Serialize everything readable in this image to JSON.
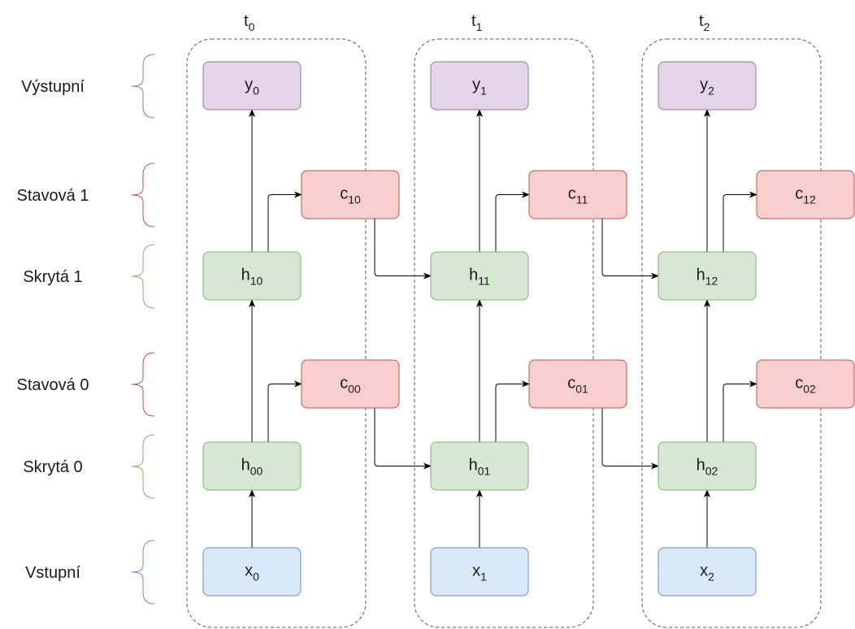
{
  "time_steps": [
    {
      "base": "t",
      "sub": "0"
    },
    {
      "base": "t",
      "sub": "1"
    },
    {
      "base": "t",
      "sub": "2"
    }
  ],
  "rows": [
    {
      "id": "output",
      "label": "Výstupní",
      "brace_color": "#9673a6"
    },
    {
      "id": "state1",
      "label": "Stavová 1",
      "brace_color": "#b85450"
    },
    {
      "id": "hidden1",
      "label": "Skrytá 1",
      "brace_color": "#82b366"
    },
    {
      "id": "state0",
      "label": "Stavová 0",
      "brace_color": "#b85450"
    },
    {
      "id": "hidden0",
      "label": "Skrytá 0",
      "brace_color": "#82b366"
    },
    {
      "id": "input",
      "label": "Vstupní",
      "brace_color": "#6c8ebf"
    }
  ],
  "node_styles": {
    "output": {
      "fill": "#e1d5e7",
      "stroke": "#9673a6"
    },
    "state": {
      "fill": "#f8cecc",
      "stroke": "#b85450"
    },
    "hidden": {
      "fill": "#d5e8d4",
      "stroke": "#82b366"
    },
    "input": {
      "fill": "#dae8fc",
      "stroke": "#6c8ebf"
    }
  },
  "nodes": [
    {
      "id": "y0",
      "style": "output",
      "base": "y",
      "sub": "0"
    },
    {
      "id": "y1",
      "style": "output",
      "base": "y",
      "sub": "1"
    },
    {
      "id": "y2",
      "style": "output",
      "base": "y",
      "sub": "2"
    },
    {
      "id": "c10",
      "style": "state",
      "base": "c",
      "sub": "10"
    },
    {
      "id": "c11",
      "style": "state",
      "base": "c",
      "sub": "11"
    },
    {
      "id": "c12",
      "style": "state",
      "base": "c",
      "sub": "12"
    },
    {
      "id": "h10",
      "style": "hidden",
      "base": "h",
      "sub": "10"
    },
    {
      "id": "h11",
      "style": "hidden",
      "base": "h",
      "sub": "11"
    },
    {
      "id": "h12",
      "style": "hidden",
      "base": "h",
      "sub": "12"
    },
    {
      "id": "c00",
      "style": "state",
      "base": "c",
      "sub": "00"
    },
    {
      "id": "c01",
      "style": "state",
      "base": "c",
      "sub": "01"
    },
    {
      "id": "c02",
      "style": "state",
      "base": "c",
      "sub": "02"
    },
    {
      "id": "h00",
      "style": "hidden",
      "base": "h",
      "sub": "00"
    },
    {
      "id": "h01",
      "style": "hidden",
      "base": "h",
      "sub": "01"
    },
    {
      "id": "h02",
      "style": "hidden",
      "base": "h",
      "sub": "02"
    },
    {
      "id": "x0",
      "style": "input",
      "base": "x",
      "sub": "0"
    },
    {
      "id": "x1",
      "style": "input",
      "base": "x",
      "sub": "1"
    },
    {
      "id": "x2",
      "style": "input",
      "base": "x",
      "sub": "2"
    }
  ],
  "edges": [
    {
      "from": "x0",
      "to": "h00"
    },
    {
      "from": "x1",
      "to": "h01"
    },
    {
      "from": "x2",
      "to": "h02"
    },
    {
      "from": "h00",
      "to": "h10"
    },
    {
      "from": "h01",
      "to": "h11"
    },
    {
      "from": "h02",
      "to": "h12"
    },
    {
      "from": "h10",
      "to": "y0"
    },
    {
      "from": "h11",
      "to": "y1"
    },
    {
      "from": "h12",
      "to": "y2"
    },
    {
      "from": "h00",
      "to": "c00"
    },
    {
      "from": "h01",
      "to": "c01"
    },
    {
      "from": "h02",
      "to": "c02"
    },
    {
      "from": "h10",
      "to": "c10"
    },
    {
      "from": "h11",
      "to": "c11"
    },
    {
      "from": "h12",
      "to": "c12"
    },
    {
      "from": "c00",
      "to": "h01"
    },
    {
      "from": "c01",
      "to": "h02"
    },
    {
      "from": "c10",
      "to": "h11"
    },
    {
      "from": "c11",
      "to": "h12"
    }
  ],
  "colors": {
    "edge": "#000000",
    "frame": "#555555"
  }
}
